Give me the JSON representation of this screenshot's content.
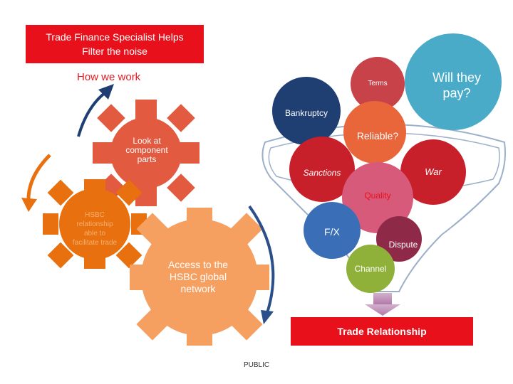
{
  "header": {
    "title_line1": "Trade Finance Specialist Helps",
    "title_line2": "Filter the noise",
    "subtitle": "How we work"
  },
  "gears": {
    "top": "Look at\ncomponent\nparts",
    "left": "HSBC\nrelationship\nable to\nfacilitate trade",
    "bottom": "Access to the\nHSBC global\nnetwork"
  },
  "risks": {
    "will_they_pay": "Will they\npay?",
    "terms": "Terms",
    "bankruptcy": "Bankruptcy",
    "reliable": "Reliable?",
    "sanctions": "Sanctions",
    "war": "War",
    "quality": "Quality",
    "fx": "F/X",
    "dispute": "Dispute",
    "channel": "Channel"
  },
  "result": "Trade Relationship",
  "footer": "PUBLIC",
  "colors": {
    "red": "#e8101a",
    "gear_top": "#e25a40",
    "gear_left": "#e8700e",
    "gear_bottom": "#f5a060",
    "teal": "#4aabc8",
    "navy": "#1f3f73",
    "blue": "#3a6fb8",
    "green": "#8fb13a"
  }
}
